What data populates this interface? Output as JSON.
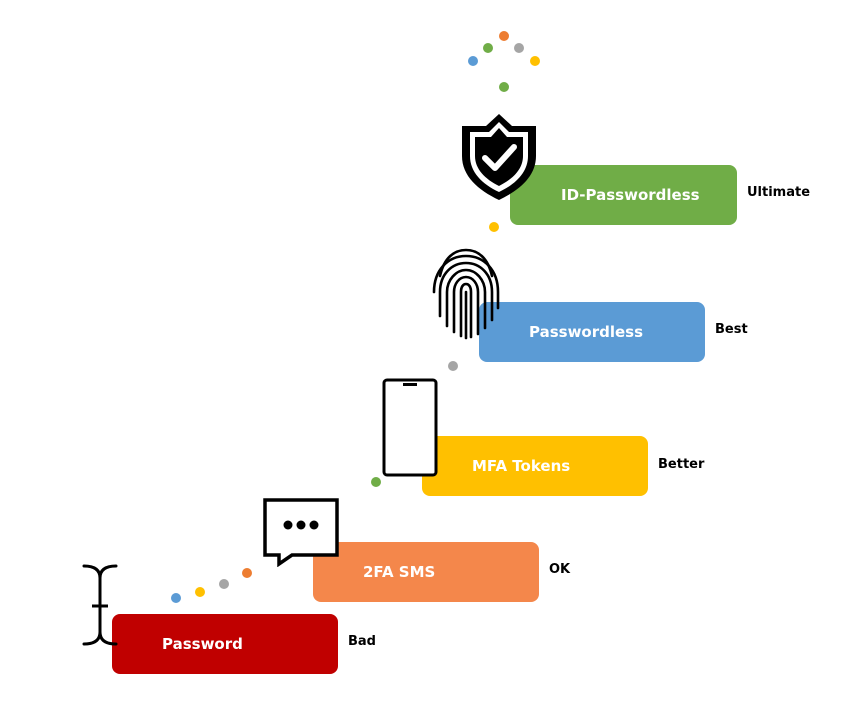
{
  "steps": [
    {
      "label": "Password",
      "rating": "Bad",
      "color": "#C00000",
      "icon": "text-cursor-icon"
    },
    {
      "label": "2FA SMS",
      "rating": "OK",
      "color": "#F4874B",
      "icon": "chat-bubble-icon"
    },
    {
      "label": "MFA Tokens",
      "rating": "Better",
      "color": "#FFC000",
      "icon": "smartphone-icon"
    },
    {
      "label": "Passwordless",
      "rating": "Best",
      "color": "#5B9BD5",
      "icon": "fingerprint-icon"
    },
    {
      "label": "ID-Passwordless",
      "rating": "Ultimate",
      "color": "#70AD47",
      "icon": "shield-check-icon"
    }
  ],
  "dot_colors": [
    "#5B9BD5",
    "#FFC000",
    "#A5A5A5",
    "#ED7D31",
    "#70AD47"
  ]
}
